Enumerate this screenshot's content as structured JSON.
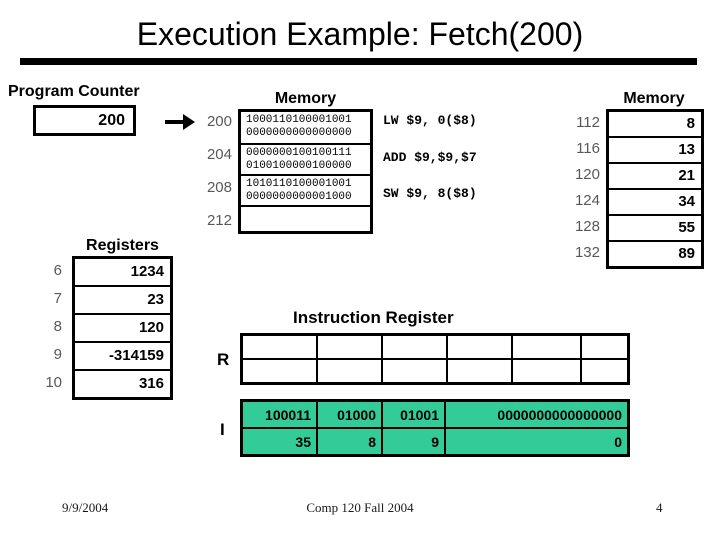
{
  "slide": {
    "title": "Execution Example: Fetch(200)",
    "footer": {
      "date": "9/9/2004",
      "course": "Comp 120 Fall 2004",
      "page": "4"
    }
  },
  "colors": {
    "i_format_highlight": "#33cc99",
    "address_text": "#595959"
  },
  "program_counter": {
    "label": "Program Counter",
    "value": "200"
  },
  "memory_left": {
    "label": "Memory",
    "rows": [
      {
        "address": "200",
        "word_hi": "1000110100001001",
        "word_lo": "0000000000000000",
        "instruction": "LW $9, 0($8)"
      },
      {
        "address": "204",
        "word_hi": "0000000100100111",
        "word_lo": "0100100000100000",
        "instruction": "ADD $9,$9,$7"
      },
      {
        "address": "208",
        "word_hi": "1010110100001001",
        "word_lo": "0000000000001000",
        "instruction": "SW $9, 8($8)"
      },
      {
        "address": "212",
        "word_hi": "",
        "word_lo": "",
        "instruction": ""
      }
    ]
  },
  "memory_right": {
    "label": "Memory",
    "rows": [
      {
        "address": "112",
        "value": "8"
      },
      {
        "address": "116",
        "value": "13"
      },
      {
        "address": "120",
        "value": "21"
      },
      {
        "address": "124",
        "value": "34"
      },
      {
        "address": "128",
        "value": "55"
      },
      {
        "address": "132",
        "value": "89"
      }
    ]
  },
  "registers": {
    "label": "Registers",
    "rows": [
      {
        "number": "6",
        "value": "1234"
      },
      {
        "number": "7",
        "value": "23"
      },
      {
        "number": "8",
        "value": "120"
      },
      {
        "number": "9",
        "value": "-314159"
      },
      {
        "number": "10",
        "value": "316"
      }
    ]
  },
  "instruction_register": {
    "label": "Instruction Register",
    "r_format": {
      "label": "R",
      "fields": [
        "",
        "",
        "",
        "",
        "",
        ""
      ],
      "decoded": [
        "",
        "",
        "",
        "",
        "",
        ""
      ]
    },
    "i_format": {
      "label": "I",
      "fields": [
        "100011",
        "01000",
        "01001",
        "0000000000000000"
      ],
      "decoded": [
        "35",
        "8",
        "9",
        "0"
      ]
    }
  }
}
